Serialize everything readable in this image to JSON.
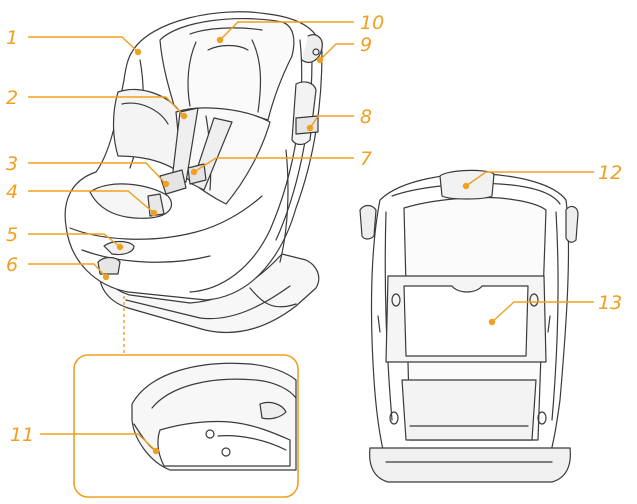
{
  "colors": {
    "accent": "#F0A020",
    "outline": "#3a3a3a",
    "shade": "#f2f2f2",
    "background": "#ffffff"
  },
  "callouts": [
    {
      "id": "1",
      "label": "1"
    },
    {
      "id": "2",
      "label": "2"
    },
    {
      "id": "3",
      "label": "3"
    },
    {
      "id": "4",
      "label": "4"
    },
    {
      "id": "5",
      "label": "5"
    },
    {
      "id": "6",
      "label": "6"
    },
    {
      "id": "7",
      "label": "7"
    },
    {
      "id": "8",
      "label": "8"
    },
    {
      "id": "9",
      "label": "9"
    },
    {
      "id": "10",
      "label": "10"
    },
    {
      "id": "11",
      "label": "11"
    },
    {
      "id": "12",
      "label": "12"
    },
    {
      "id": "13",
      "label": "13"
    }
  ]
}
